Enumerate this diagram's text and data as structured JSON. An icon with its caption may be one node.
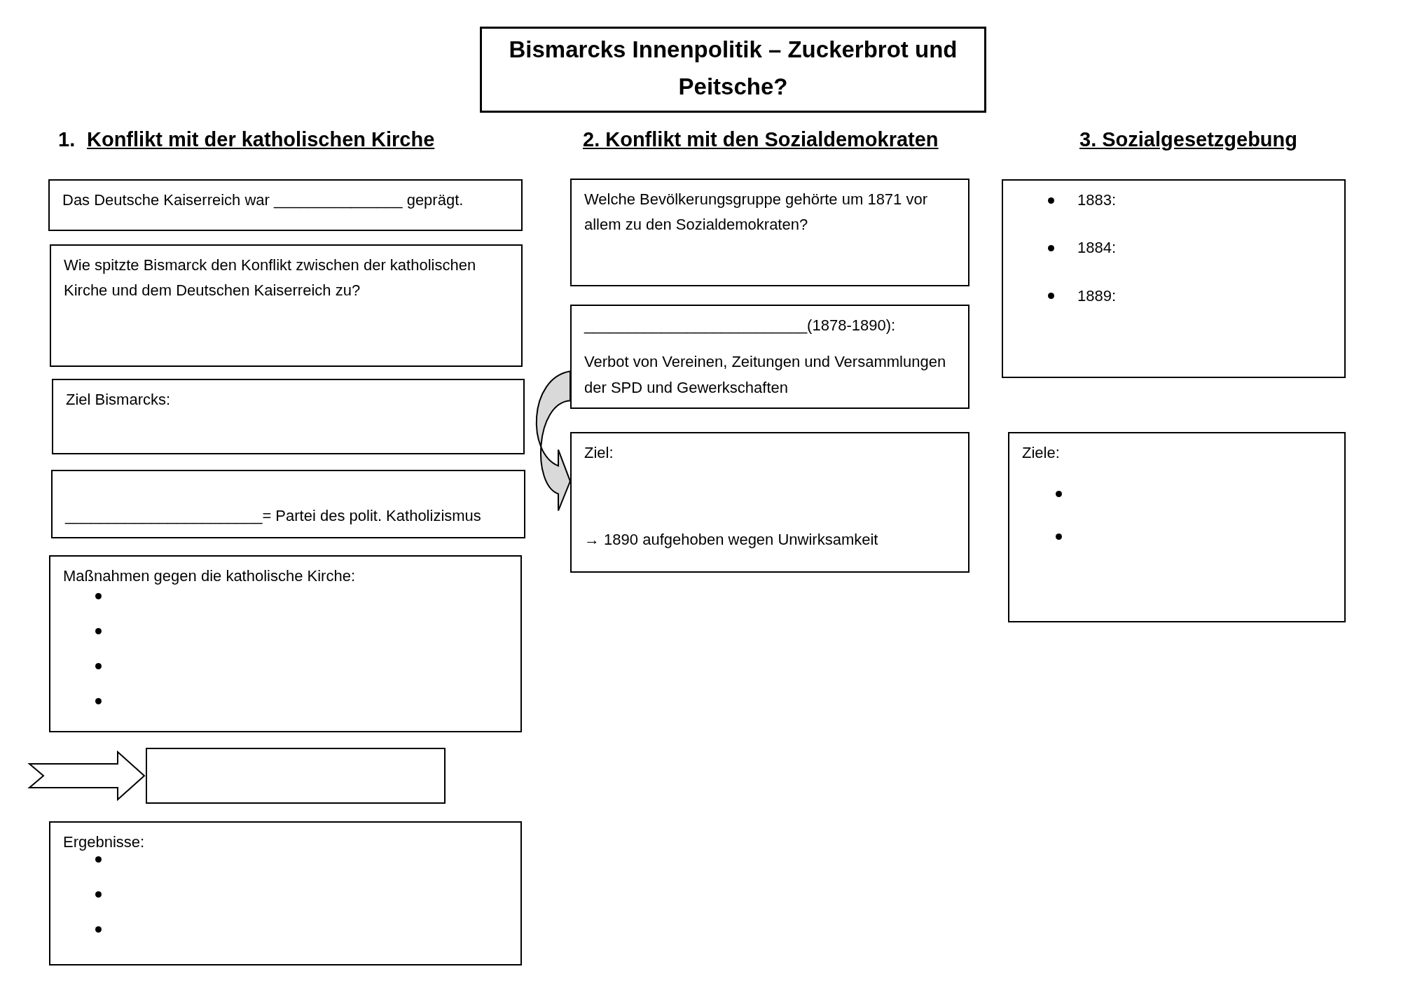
{
  "diagram": {
    "title": "Bismarcks Innenpolitik – Zuckerbrot und Peitsche?",
    "nodes": [
      {
        "text": [
          "Das Deutsche Kaiserreich war _______________ geprägt."
        ]
      },
      {
        "text": [
          "Wie spitzte Bismarck den Konflikt zwischen der katholischen Kirche und dem Deutschen Kaiserreich zu?"
        ]
      },
      {
        "text": [
          "Ziel Bismarcks:"
        ]
      },
      {
        "text": [
          "_______________________= Partei des polit. Katholizismus"
        ]
      },
      {
        "text": [
          "Maßnahmen gegen die katholische Kirche:"
        ]
      },
      {
        "text": [],
        "shape": "box"
      },
      {
        "text": [
          "Ergebnisse:"
        ]
      },
      {
        "text": [
          "Welche Bevölkerungsgruppe gehörte um 1871 vor allem zu den Sozialdemokraten?"
        ]
      },
      {
        "text": [
          "__________________________(1878-1890):",
          "Verbot von Vereinen, Zeitungen und Versammlungen der SPD und Gewerkschaften"
        ]
      },
      {
        "text": [
          "Ziel:",
          "→ 1890 aufgehoben wegen Unwirksamkeit"
        ]
      },
      {
        "text": [
          "1883:",
          "1884:",
          "1889:"
        ]
      },
      {
        "text": [
          "Ziele:"
        ]
      }
    ],
    "edges": [
      {
        "from": null,
        "to": 5,
        "arrow": "to"
      },
      {
        "from": 8,
        "to": 9,
        "arrow": "to"
      }
    ],
    "labels": [
      "1.",
      "Konflikt mit der katholischen Kirche",
      "2. Konflikt mit den Sozialdemokraten",
      "3. Sozialgesetzgebung"
    ]
  }
}
